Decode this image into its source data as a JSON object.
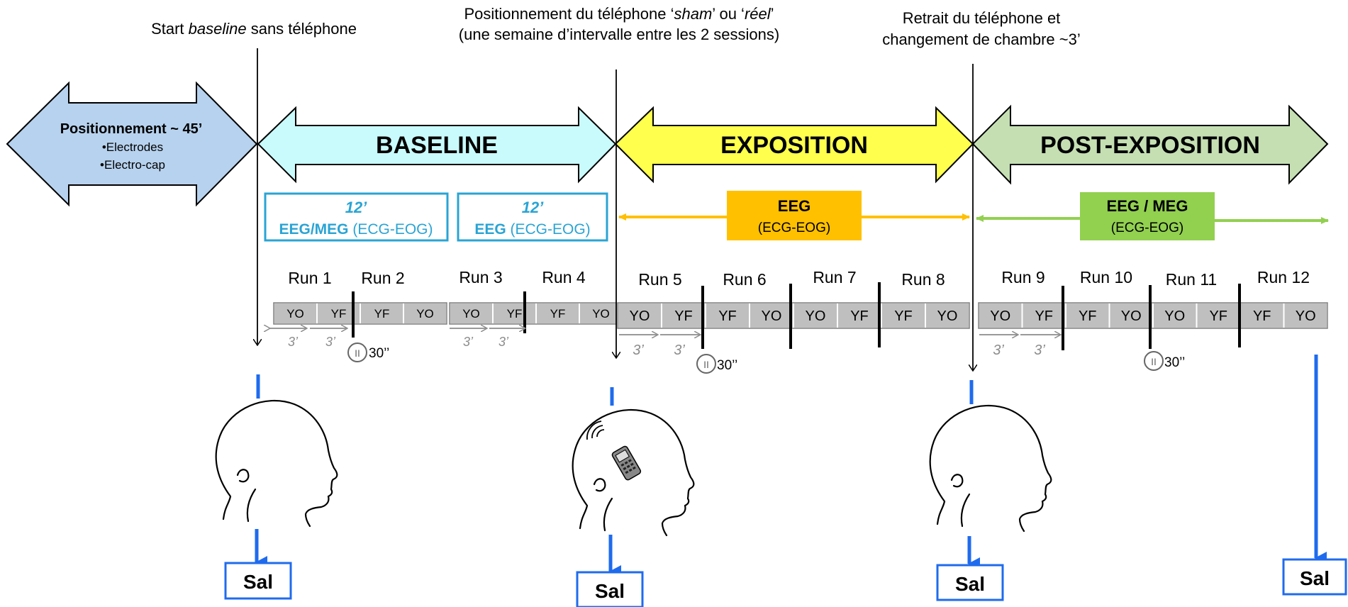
{
  "annotations": {
    "start_prefix": "Start ",
    "start_em": "baseline",
    "start_suffix": " sans téléphone",
    "position_l1_a": "Positionnement du téléphone ‘",
    "position_l1_sham": "sham",
    "position_l1_b": "’ ou ‘",
    "position_l1_reel": "réel",
    "position_l1_c": "’",
    "position_l2": "(une semaine d’intervalle entre les 2 sessions)",
    "retrait_l1": "Retrait du téléphone et",
    "retrait_l2": "changement de chambre ",
    "retrait_l2_tilde": "~3’"
  },
  "phases": {
    "setup_title_a": "Positionnement ",
    "setup_title_tilde": "~ 45’",
    "setup_item_1": "•Electrodes",
    "setup_item_2": "•Electro-cap",
    "baseline": "BASELINE",
    "exposition": "EXPOSITION",
    "post": "POST-EXPOSITION"
  },
  "recordings": {
    "baseline_1_time": "12’",
    "baseline_1_bold": "EEG/MEG",
    "baseline_1_rest": " (ECG-EOG)",
    "baseline_2_time": "12’",
    "baseline_2_bold": "EEG",
    "baseline_2_rest": " (ECG-EOG)",
    "expo_l1": "EEG",
    "expo_l2": "(ECG-EOG)",
    "post_l1": "EEG / MEG",
    "post_l2": "(ECG-EOG)"
  },
  "runs": [
    "Run 1",
    "Run 2",
    "Run 3",
    "Run 4",
    "Run 5",
    "Run 6",
    "Run 7",
    "Run 8",
    "Run 9",
    "Run 10",
    "Run 11",
    "Run 12"
  ],
  "cells": {
    "yo": "YO",
    "yf": "YF",
    "duration": "3’",
    "pause": "30’’",
    "pause_symbol": "II"
  },
  "saliva_label": "Sal",
  "colors": {
    "setup": "#b7d2ee",
    "baseline": "#c9fbfd",
    "exposition": "#ffff4d",
    "post": "#c5dfb3",
    "baseline_rec": "#2aa4d4",
    "expo_rec": "#ffc000",
    "post_rec": "#92d050",
    "saliva_blue": "#1f6bed",
    "cell_gray": "#bfbfbf"
  }
}
